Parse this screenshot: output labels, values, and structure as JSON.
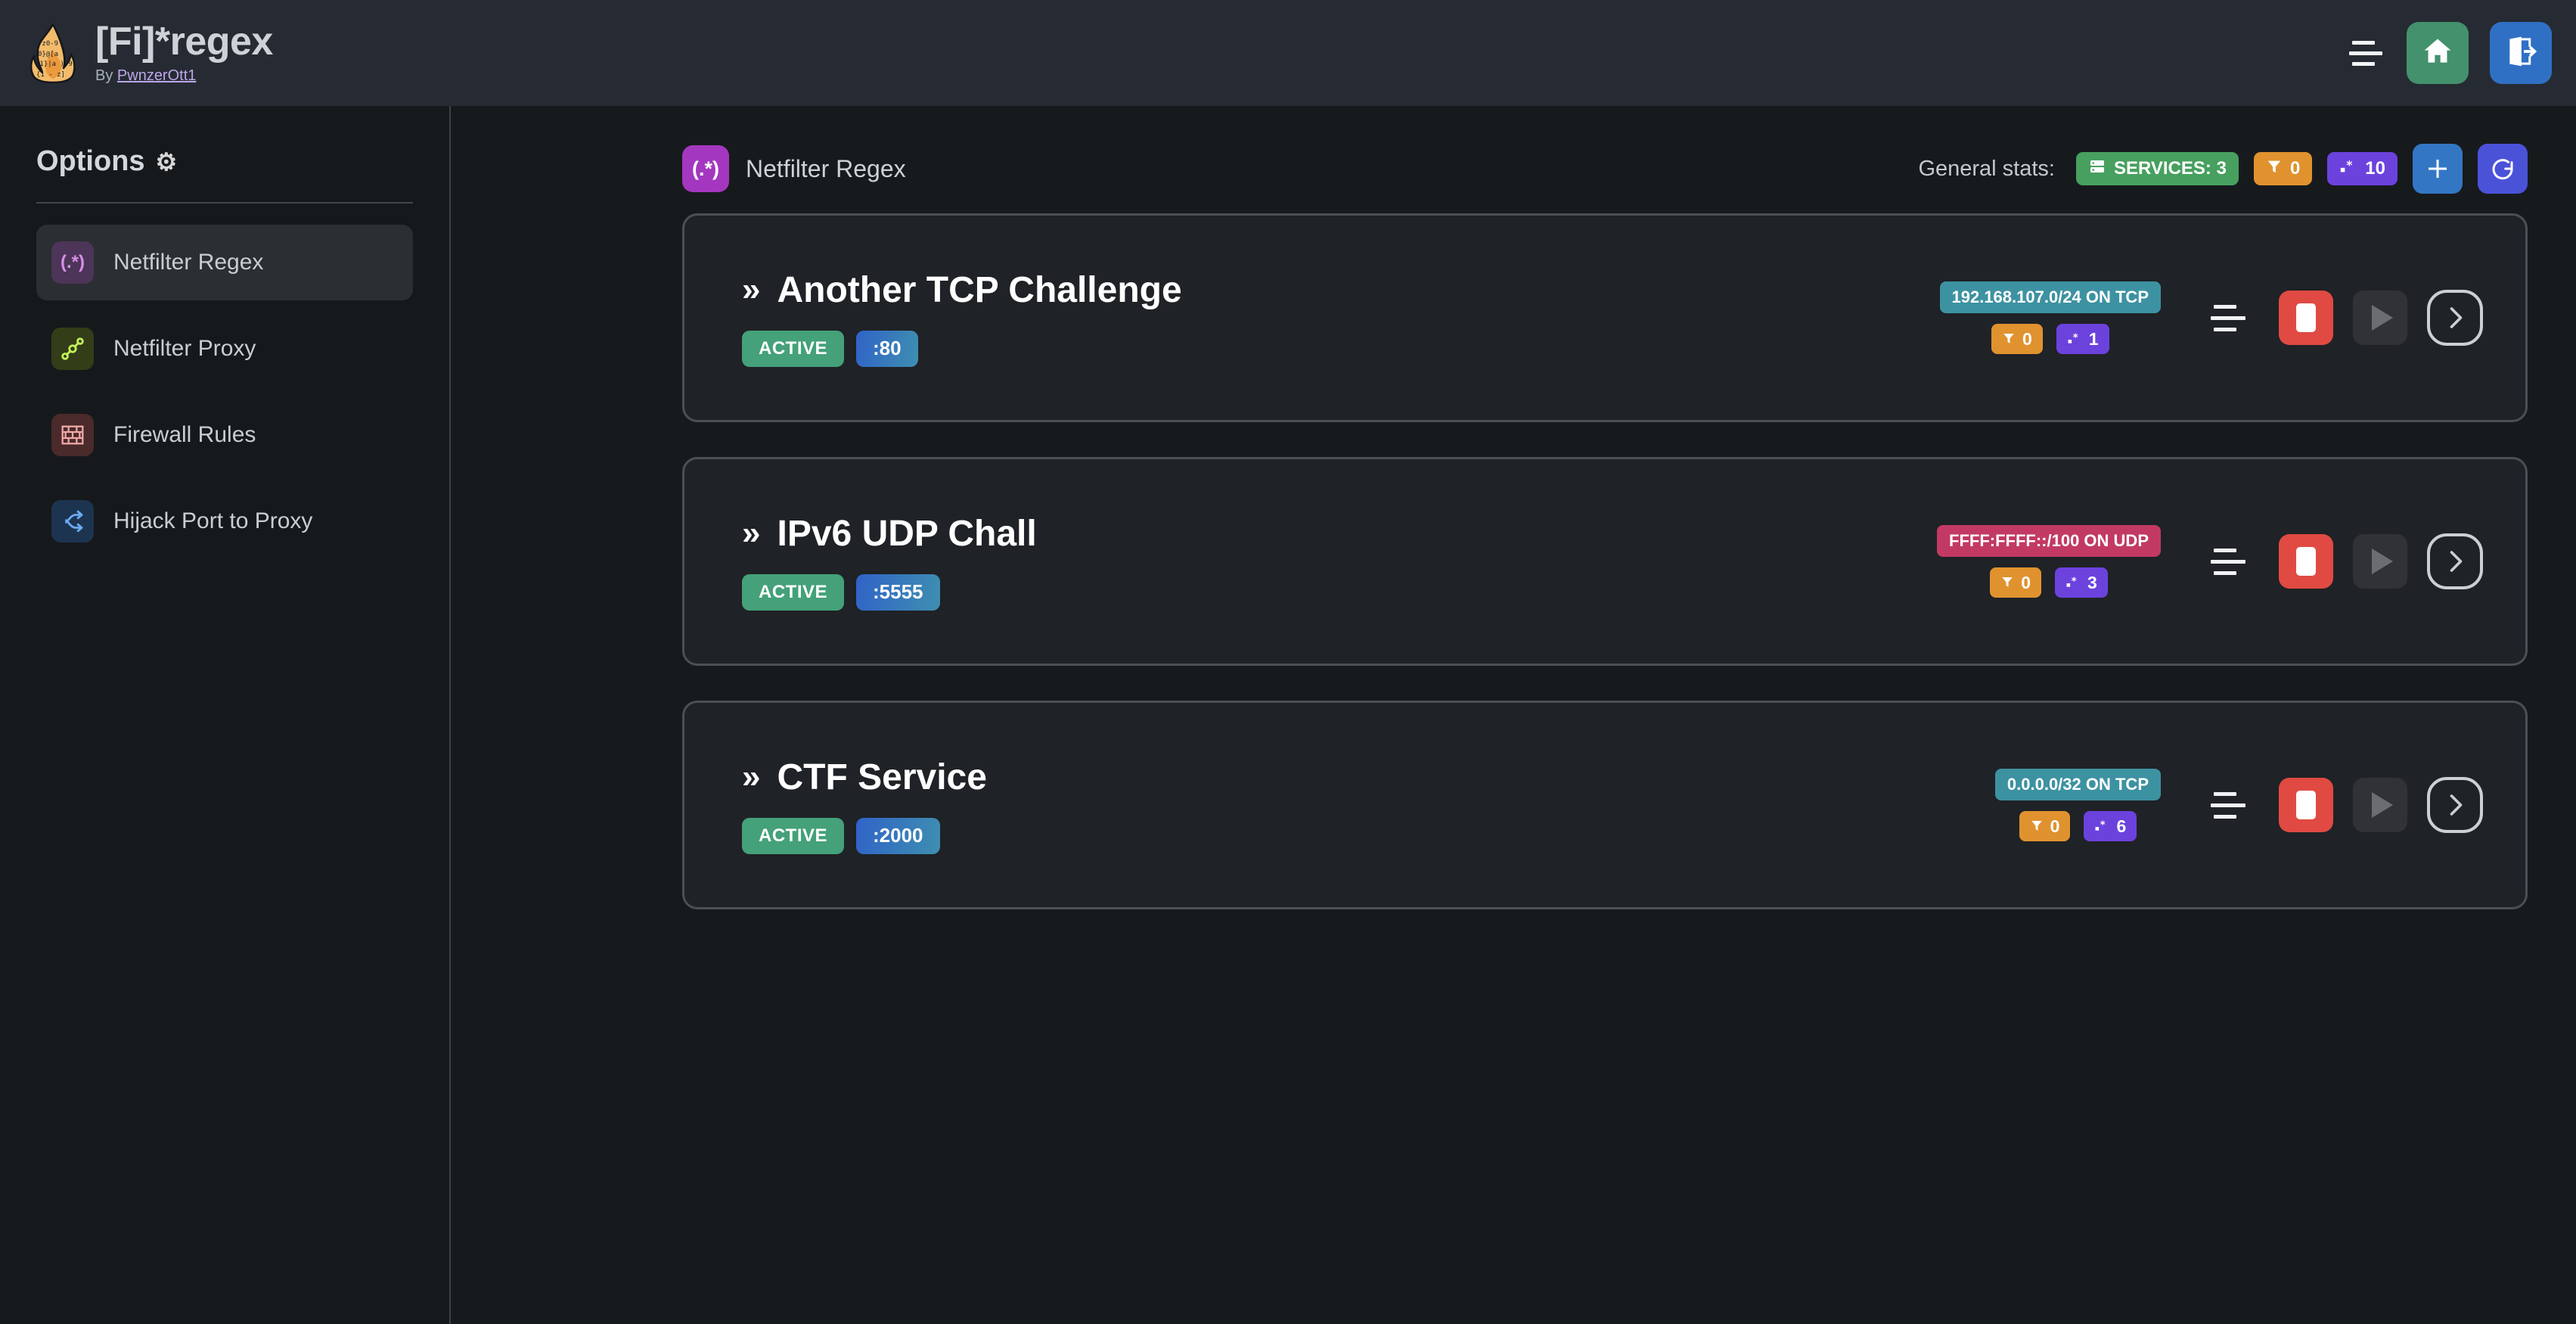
{
  "header": {
    "app_title": "[Fi]*regex",
    "by_prefix": "By ",
    "author": "PwnzerOtt1",
    "logo_icon": "flame-logo",
    "menu_icon": "hamburger-icon",
    "home_icon": "home-icon",
    "logout_icon": "logout-icon",
    "home_color": "#43916d",
    "logout_color": "#3070c4"
  },
  "sidebar": {
    "title": "Options",
    "gear_icon": "⚙",
    "items": [
      {
        "label": "Netfilter Regex",
        "icon_text": "(.*)",
        "icon_name": "regex-icon",
        "active": true
      },
      {
        "label": "Netfilter Proxy",
        "icon_text": "⚭",
        "icon_name": "proxy-icon",
        "active": false
      },
      {
        "label": "Firewall Rules",
        "icon_text": "▦",
        "icon_name": "brick-wall-icon",
        "active": false
      },
      {
        "label": "Hijack Port to Proxy",
        "icon_text": "⑃",
        "icon_name": "fork-arrow-icon",
        "active": false
      }
    ]
  },
  "main": {
    "page_icon_text": "(.*)",
    "page_title": "Netfilter Regex",
    "stats_label": "General stats:",
    "stats": {
      "services_label": "SERVICES: 3",
      "services_icon": "server-icon",
      "filters_value": "0",
      "filters_icon": "funnel-icon",
      "regex_value": "10",
      "regex_icon": "regex-dot-star-icon"
    },
    "add_label": "+",
    "refresh_label": "↻"
  },
  "services": [
    {
      "name": "Another TCP Challenge",
      "chevron": "»",
      "status": "ACTIVE",
      "port": ":80",
      "network": "192.168.107.0/24 ON TCP",
      "proto": "tcp",
      "filters": "0",
      "regex": "1"
    },
    {
      "name": "IPv6 UDP Chall",
      "chevron": "»",
      "status": "ACTIVE",
      "port": ":5555",
      "network": "FFFF:FFFF::/100 ON UDP",
      "proto": "udp",
      "filters": "0",
      "regex": "3"
    },
    {
      "name": "CTF Service",
      "chevron": "»",
      "status": "ACTIVE",
      "port": ":2000",
      "network": "0.0.0.0/32 ON TCP",
      "proto": "tcp",
      "filters": "0",
      "regex": "6"
    }
  ],
  "colors": {
    "topbar_bg": "#262b33",
    "page_bg": "#171a1d",
    "sidebar_bg": "#16191c",
    "card_bg": "#1f2226",
    "accent_green": "#44a179",
    "accent_orange": "#e0922e",
    "accent_purple": "#6c42dd",
    "accent_red": "#e04a42",
    "accent_teal": "#3d92a1",
    "accent_pink": "#c23a63"
  }
}
